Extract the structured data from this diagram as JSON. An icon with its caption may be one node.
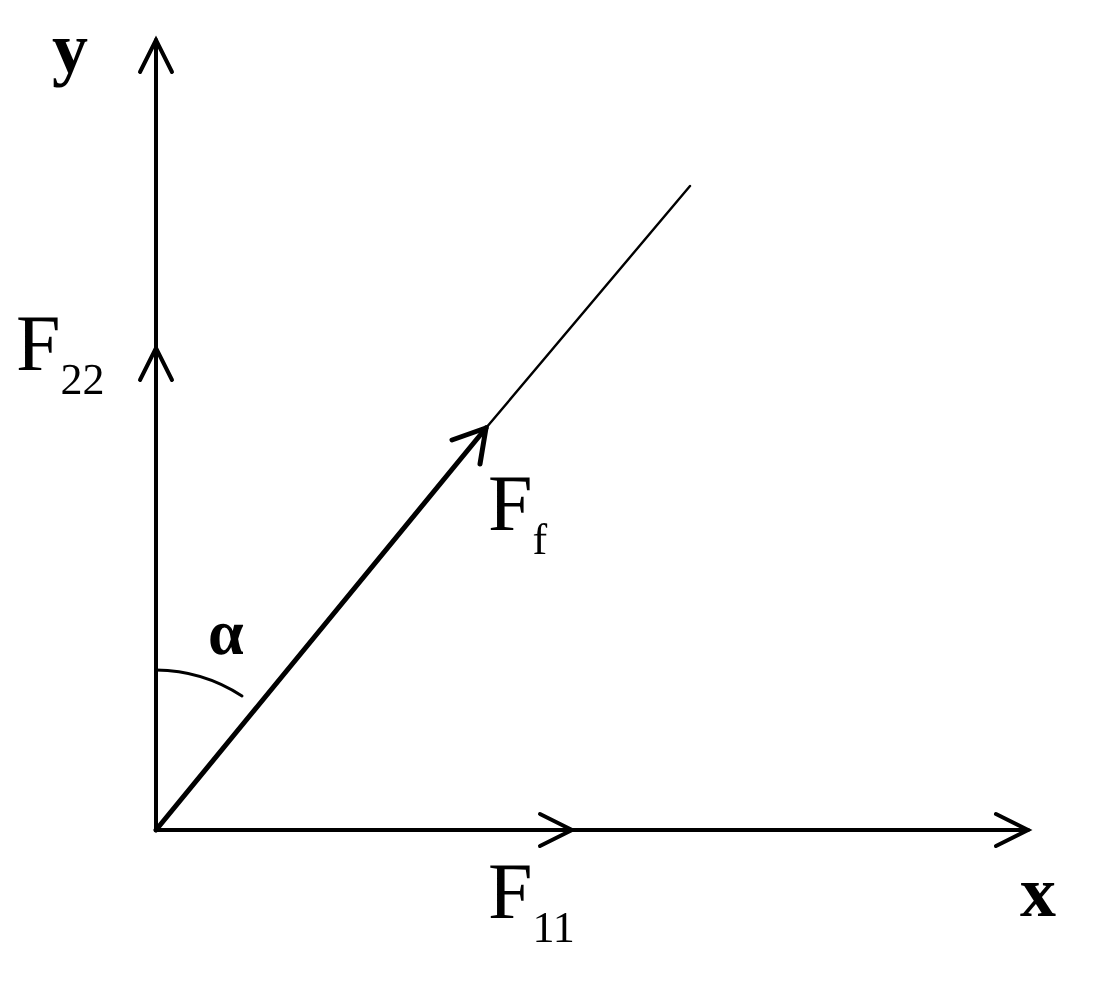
{
  "diagram": {
    "labels": [
      "y",
      "F$_{22}$",
      "F$_{f}$",
      "α",
      "F$_{11}$",
      "x"
    ]
  }
}
